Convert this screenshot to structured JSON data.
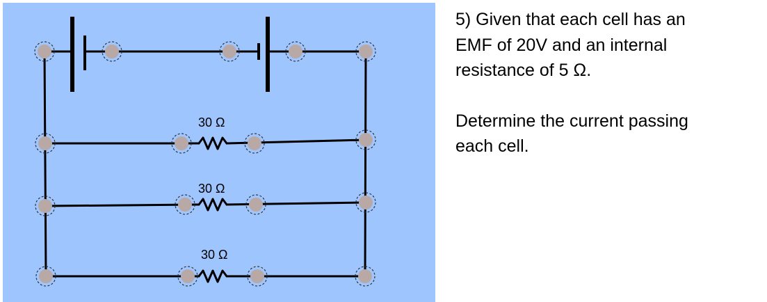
{
  "colors": {
    "panel_background": "#9fc5fe",
    "wire": "#000000",
    "node_fill": "#b9a9a6",
    "node_outline": "#333333"
  },
  "circuit": {
    "cells": [
      {
        "label": ""
      },
      {
        "label": ""
      }
    ],
    "resistors": [
      {
        "label": "30 Ω"
      },
      {
        "label": "30 Ω"
      },
      {
        "label": "30 Ω"
      }
    ]
  },
  "question": {
    "lines": [
      "5) Given that each cell has an",
      "EMF of 20V and an internal",
      "resistance of 5 Ω.",
      "Determine the current passing",
      "each cell."
    ]
  }
}
